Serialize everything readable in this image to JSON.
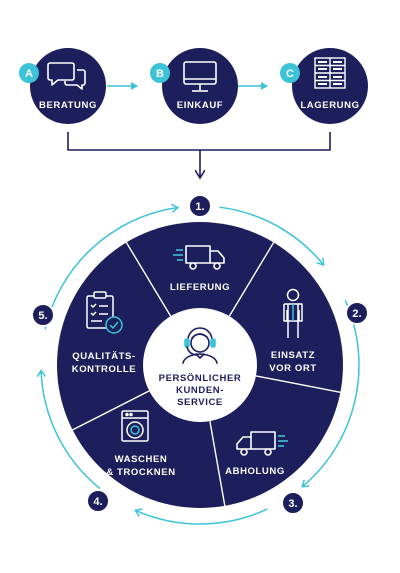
{
  "colors": {
    "navy": "#1d1f5c",
    "accent": "#3cc3d8",
    "white": "#ffffff"
  },
  "top_steps": [
    {
      "letter": "A",
      "label": "BERATUNG",
      "icon": "chat-bubbles-icon"
    },
    {
      "letter": "B",
      "label": "EINKAUF",
      "icon": "monitor-icon"
    },
    {
      "letter": "C",
      "label": "LAGERUNG",
      "icon": "storage-shelf-icon"
    }
  ],
  "center": {
    "lines": [
      "PERSÖNLICHER",
      "KUNDEN-",
      "SERVICE"
    ],
    "icon": "headset-agent-icon"
  },
  "cycle": [
    {
      "number": "1.",
      "lines": [
        "LIEFERUNG"
      ],
      "icon": "delivery-truck-icon"
    },
    {
      "number": "2.",
      "lines": [
        "EINSATZ",
        "VOR ORT"
      ],
      "icon": "worker-person-icon"
    },
    {
      "number": "3.",
      "lines": [
        "ABHOLUNG"
      ],
      "icon": "pickup-truck-icon"
    },
    {
      "number": "4.",
      "lines": [
        "WASCHEN",
        "& TROCKNEN"
      ],
      "icon": "washing-machine-icon"
    },
    {
      "number": "5.",
      "lines": [
        "QUALITÄTS-",
        "KONTROLLE"
      ],
      "icon": "clipboard-check-icon"
    }
  ]
}
